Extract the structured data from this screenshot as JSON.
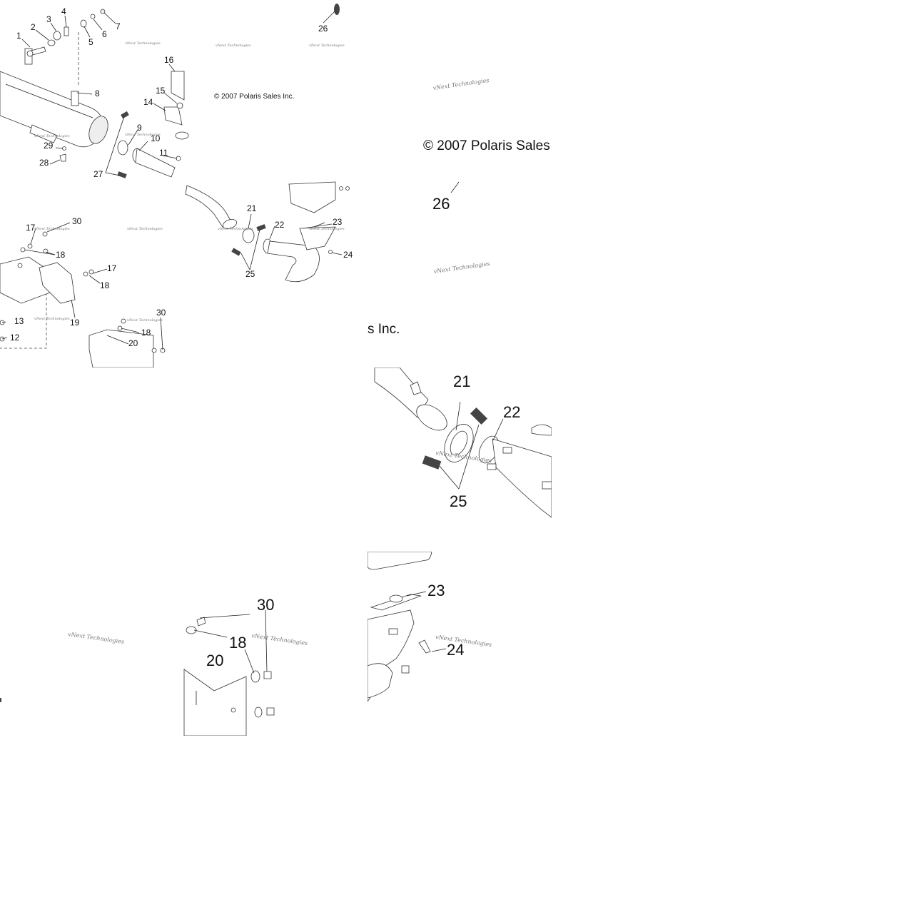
{
  "copyright": "© 2007 Polaris Sales Inc.",
  "copyright_zoom_left": "© 2007 Polaris Sales",
  "copyright_zoom_right": "s Inc.",
  "watermark": "vNext Technologies",
  "overview_callouts": [
    "1",
    "2",
    "3",
    "4",
    "5",
    "6",
    "7",
    "8",
    "9",
    "10",
    "11",
    "12",
    "13",
    "14",
    "15",
    "16",
    "17",
    "18",
    "19",
    "20",
    "21",
    "22",
    "23",
    "24",
    "25",
    "26",
    "27",
    "28",
    "29",
    "30"
  ],
  "zoom_26": {
    "label": "26"
  },
  "zoom_21_22_25": {
    "labels": [
      "21",
      "22",
      "25"
    ]
  },
  "zoom_30_18_20": {
    "labels": [
      "30",
      "18",
      "20"
    ]
  },
  "zoom_23_24": {
    "labels": [
      "23",
      "24"
    ]
  }
}
